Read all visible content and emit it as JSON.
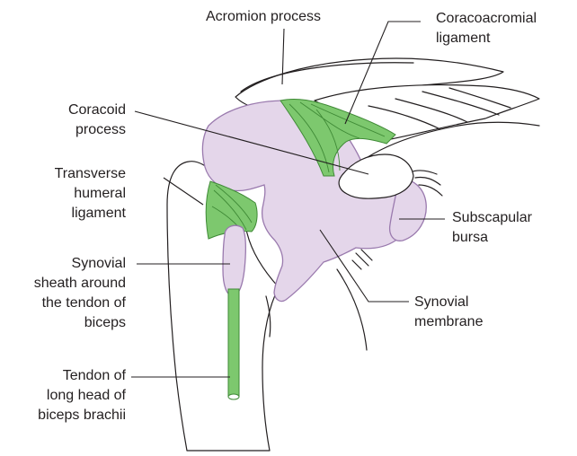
{
  "labels": {
    "acromion": "Acromion process",
    "coracoacromial_1": "Coracoacromial",
    "coracoacromial_2": "ligament",
    "coracoid_1": "Coracoid",
    "coracoid_2": "process",
    "transverse_1": "Transverse",
    "transverse_2": "humeral",
    "transverse_3": "ligament",
    "subscapular_1": "Subscapular",
    "subscapular_2": "bursa",
    "sheath_1": "Synovial",
    "sheath_2": "sheath around",
    "sheath_3": "the tendon of",
    "sheath_4": "biceps",
    "membrane_1": "Synovial",
    "membrane_2": "membrane",
    "tendon_1": "Tendon of",
    "tendon_2": "long head of",
    "tendon_3": "biceps brachii"
  },
  "colors": {
    "synovial_fill": "#e4d6ea",
    "ligament_green": "#7dc86e",
    "outline": "#231f20"
  }
}
